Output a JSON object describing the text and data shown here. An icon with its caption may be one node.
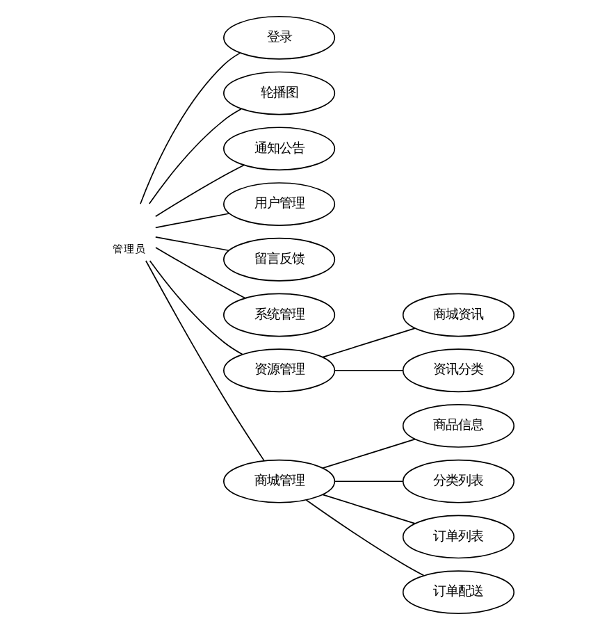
{
  "diagram": {
    "nodes": [
      {
        "text": [
          "管理员"
        ]
      },
      {
        "text": [
          "登录"
        ]
      },
      {
        "text": [
          "轮播图"
        ]
      },
      {
        "text": [
          "通知公告"
        ]
      },
      {
        "text": [
          "用户管理"
        ]
      },
      {
        "text": [
          "留言反馈"
        ]
      },
      {
        "text": [
          "系统管理"
        ]
      },
      {
        "text": [
          "资源管理"
        ]
      },
      {
        "text": [
          "商城资讯"
        ]
      },
      {
        "text": [
          "资讯分类"
        ]
      },
      {
        "text": [
          "商城管理"
        ]
      },
      {
        "text": [
          "商品信息"
        ]
      },
      {
        "text": [
          "分类列表"
        ]
      },
      {
        "text": [
          "订单列表"
        ]
      },
      {
        "text": [
          "订单配送"
        ]
      }
    ],
    "edges": [
      {
        "from": 0,
        "to": 1,
        "arrow": "none"
      },
      {
        "from": 0,
        "to": 2,
        "arrow": "none"
      },
      {
        "from": 0,
        "to": 3,
        "arrow": "none"
      },
      {
        "from": 0,
        "to": 4,
        "arrow": "none"
      },
      {
        "from": 0,
        "to": 5,
        "arrow": "none"
      },
      {
        "from": 0,
        "to": 6,
        "arrow": "none"
      },
      {
        "from": 0,
        "to": 7,
        "arrow": "none"
      },
      {
        "from": 0,
        "to": 10,
        "arrow": "none"
      },
      {
        "from": 7,
        "to": 8,
        "arrow": "none"
      },
      {
        "from": 7,
        "to": 9,
        "arrow": "none"
      },
      {
        "from": 10,
        "to": 11,
        "arrow": "none"
      },
      {
        "from": 10,
        "to": 12,
        "arrow": "none"
      },
      {
        "from": 10,
        "to": 13,
        "arrow": "none"
      },
      {
        "from": 10,
        "to": 14,
        "arrow": "none"
      }
    ]
  }
}
